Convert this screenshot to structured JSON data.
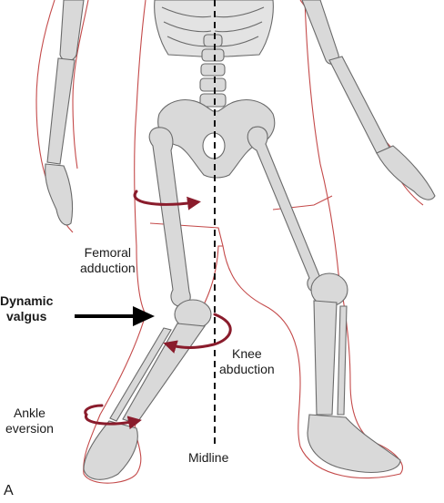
{
  "labels": {
    "femoral_line1": "Femoral",
    "femoral_line2": "adduction",
    "dynamic_line1": "Dynamic",
    "dynamic_line2": "valgus",
    "knee_line1": "Knee",
    "knee_line2": "abduction",
    "ankle_line1": "Ankle",
    "ankle_line2": "eversion",
    "midline": "Midline",
    "panel": "A"
  },
  "colors": {
    "bone_fill": "#d9d9d9",
    "bone_stroke": "#6a6a6a",
    "skin_outline": "#c44a4a",
    "rotation_arrow": "#8a1c2c",
    "pointer_arrow": "#000000",
    "midline": "#111111"
  },
  "icons": [
    "rotation-arrow-icon",
    "pointer-arrow-icon"
  ]
}
